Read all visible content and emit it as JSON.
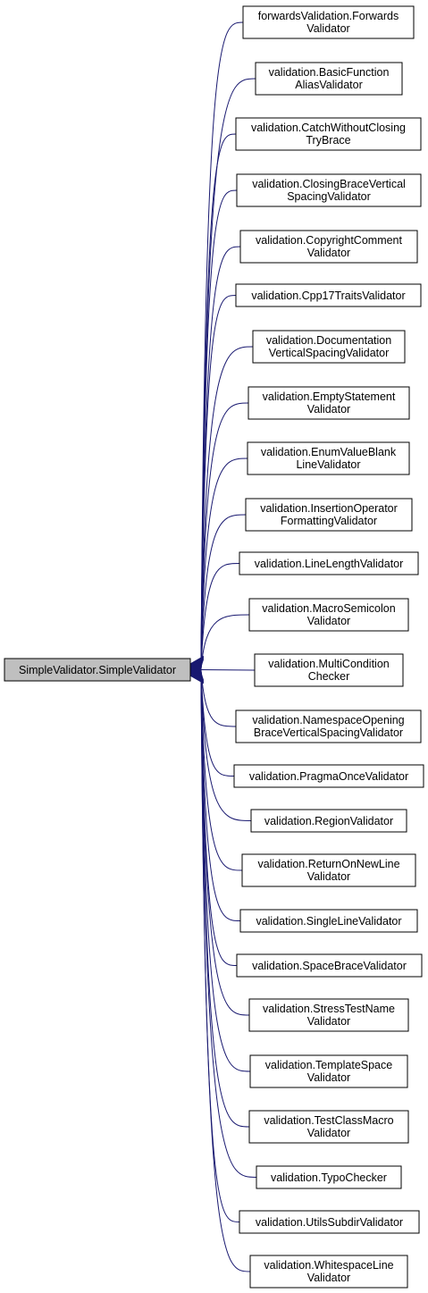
{
  "root": {
    "label": "SimpleValidator.SimpleValidator"
  },
  "colors": {
    "edge": "#191970",
    "root_fill": "#bfbfbf",
    "node_fill": "#ffffff",
    "border": "#000000"
  },
  "arrowhead_style": "hollow-triangle pointing to root",
  "subclasses": [
    {
      "id": "forwards-validation",
      "lines": [
        "forwardsValidation.Forwards",
        "Validator"
      ]
    },
    {
      "id": "basic-function-alias-validator",
      "lines": [
        "validation.BasicFunction",
        "AliasValidator"
      ]
    },
    {
      "id": "catch-without-closing-try-brace",
      "lines": [
        "validation.CatchWithoutClosing",
        "TryBrace"
      ]
    },
    {
      "id": "closing-brace-vertical-spacing-validator",
      "lines": [
        "validation.ClosingBraceVertical",
        "SpacingValidator"
      ]
    },
    {
      "id": "copyright-comment-validator",
      "lines": [
        "validation.CopyrightComment",
        "Validator"
      ]
    },
    {
      "id": "cpp17-traits-validator",
      "lines": [
        "validation.Cpp17TraitsValidator"
      ]
    },
    {
      "id": "documentation-vertical-spacing-validator",
      "lines": [
        "validation.Documentation",
        "VerticalSpacingValidator"
      ]
    },
    {
      "id": "empty-statement-validator",
      "lines": [
        "validation.EmptyStatement",
        "Validator"
      ]
    },
    {
      "id": "enum-value-blank-line-validator",
      "lines": [
        "validation.EnumValueBlank",
        "LineValidator"
      ]
    },
    {
      "id": "insertion-operator-formatting-validator",
      "lines": [
        "validation.InsertionOperator",
        "FormattingValidator"
      ]
    },
    {
      "id": "line-length-validator",
      "lines": [
        "validation.LineLengthValidator"
      ]
    },
    {
      "id": "macro-semicolon-validator",
      "lines": [
        "validation.MacroSemicolon",
        "Validator"
      ]
    },
    {
      "id": "multi-condition-checker",
      "lines": [
        "validation.MultiCondition",
        "Checker"
      ]
    },
    {
      "id": "namespace-opening-brace-vertical-spacing-validator",
      "lines": [
        "validation.NamespaceOpening",
        "BraceVerticalSpacingValidator"
      ]
    },
    {
      "id": "pragma-once-validator",
      "lines": [
        "validation.PragmaOnceValidator"
      ]
    },
    {
      "id": "region-validator",
      "lines": [
        "validation.RegionValidator"
      ]
    },
    {
      "id": "return-on-new-line-validator",
      "lines": [
        "validation.ReturnOnNewLine",
        "Validator"
      ]
    },
    {
      "id": "single-line-validator",
      "lines": [
        "validation.SingleLineValidator"
      ]
    },
    {
      "id": "space-brace-validator",
      "lines": [
        "validation.SpaceBraceValidator"
      ]
    },
    {
      "id": "stress-test-name-validator",
      "lines": [
        "validation.StressTestName",
        "Validator"
      ]
    },
    {
      "id": "template-space-validator",
      "lines": [
        "validation.TemplateSpace",
        "Validator"
      ]
    },
    {
      "id": "test-class-macro-validator",
      "lines": [
        "validation.TestClassMacro",
        "Validator"
      ]
    },
    {
      "id": "typo-checker",
      "lines": [
        "validation.TypoChecker"
      ]
    },
    {
      "id": "utils-subdir-validator",
      "lines": [
        "validation.UtilsSubdirValidator"
      ]
    },
    {
      "id": "whitespace-line-validator",
      "lines": [
        "validation.WhitespaceLine",
        "Validator"
      ]
    }
  ]
}
